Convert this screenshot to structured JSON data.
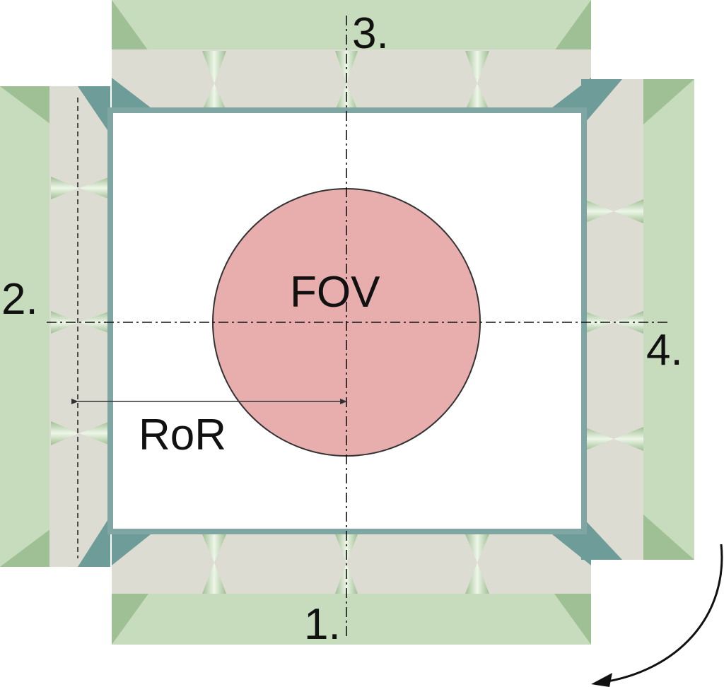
{
  "labels": {
    "fov": "FOV",
    "ror": "RoR",
    "detector_1": "1.",
    "detector_2": "2.",
    "detector_3": "3.",
    "detector_4": "4."
  },
  "colors": {
    "background": "#ffffff",
    "fov_fill": "#e8aeae",
    "fov_stroke": "#333333",
    "outer_plate": "#c6dcbc",
    "plate_bevel": "#9fbf94",
    "inner_block": "#dcdcd2",
    "frame": "#7fa6a2",
    "corner_wedge": "#6e9c98",
    "collimator": "#c9dfc0",
    "axis_line": "#111111",
    "rotation_arrow": "#111111"
  }
}
